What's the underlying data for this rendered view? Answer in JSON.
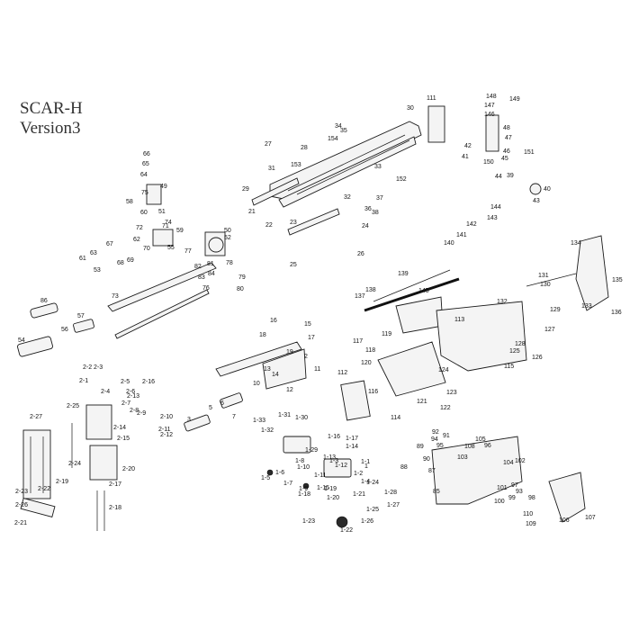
{
  "diagram": {
    "title_line1": "SCAR-H",
    "title_line2": "Version3",
    "callouts": [
      "1",
      "2",
      "3",
      "5",
      "6",
      "7",
      "10",
      "11",
      "12",
      "13",
      "14",
      "15",
      "16",
      "17",
      "18",
      "19",
      "21",
      "22",
      "23",
      "24",
      "25",
      "26",
      "27",
      "28",
      "29",
      "30",
      "31",
      "32",
      "33",
      "34",
      "35",
      "36",
      "37",
      "38",
      "39",
      "40",
      "41",
      "42",
      "43",
      "44",
      "45",
      "46",
      "47",
      "48",
      "49",
      "50",
      "51",
      "52",
      "53",
      "54",
      "55",
      "56",
      "57",
      "58",
      "59",
      "60",
      "61",
      "62",
      "63",
      "64",
      "65",
      "66",
      "67",
      "68",
      "69",
      "70",
      "71",
      "72",
      "73",
      "74",
      "75",
      "76",
      "77",
      "78",
      "79",
      "80",
      "81",
      "82",
      "83",
      "84",
      "85",
      "86",
      "87",
      "88",
      "89",
      "90",
      "91",
      "92",
      "93",
      "94",
      "95",
      "96",
      "97",
      "98",
      "99",
      "100",
      "101",
      "102",
      "103",
      "104",
      "105",
      "106",
      "107",
      "108",
      "109",
      "110",
      "111",
      "112",
      "113",
      "114",
      "115",
      "116",
      "117",
      "118",
      "119",
      "120",
      "121",
      "122",
      "123",
      "124",
      "125",
      "126",
      "127",
      "128",
      "129",
      "130",
      "131",
      "132",
      "133",
      "134",
      "135",
      "136",
      "137",
      "138",
      "139",
      "140",
      "141",
      "142",
      "143",
      "144",
      "145",
      "146",
      "147",
      "148",
      "149",
      "150",
      "151",
      "152",
      "153",
      "154",
      "1-1",
      "1-2",
      "1-3",
      "1-4",
      "1-5",
      "1-6",
      "1-7",
      "1-8",
      "1-9",
      "1-10",
      "1-11",
      "1-12",
      "1-13",
      "1-14",
      "1-15",
      "1-16",
      "1-17",
      "1-18",
      "1-19",
      "1-20",
      "1-21",
      "1-22",
      "1-23",
      "1-24",
      "1-25",
      "1-26",
      "1-27",
      "1-28",
      "1-29",
      "1-30",
      "1-31",
      "1-32",
      "1-33",
      "2-1",
      "2-2",
      "2-3",
      "2-4",
      "2-5",
      "2-6",
      "2-7",
      "2-8",
      "2-9",
      "2-10",
      "2-11",
      "2-12",
      "2-13",
      "2-14",
      "2-15",
      "2-16",
      "2-17",
      "2-18",
      "2-19",
      "2-20",
      "2-21",
      "2-22",
      "2-23",
      "2-24",
      "2-25",
      "2-26",
      "2-27"
    ]
  }
}
